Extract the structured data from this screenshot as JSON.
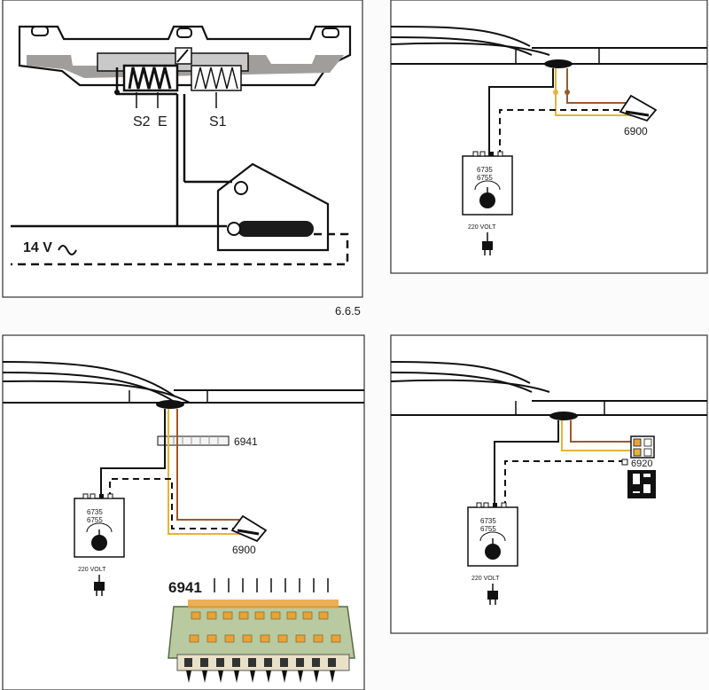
{
  "panel_a": {
    "label_s2": "S2",
    "label_e": "E",
    "label_s1": "S1",
    "label_voltage": "14 V"
  },
  "figure_number": "6.6.5",
  "transformer": {
    "model_line1": "6735",
    "model_line2": "6755",
    "mains_label": "220 VOLT"
  },
  "switch_box_label": "6900",
  "distribution_strip_label": "6941",
  "photo_label": "6941",
  "panel_d_switch_label": "6920",
  "colors": {
    "wire_black": "#111111",
    "wire_yellow": "#e6b23c",
    "wire_brown": "#9a5a2a",
    "housing_gray": "#a09e9c",
    "board_green": "#b9c9a0",
    "terminal_orange": "#e8a23a"
  }
}
